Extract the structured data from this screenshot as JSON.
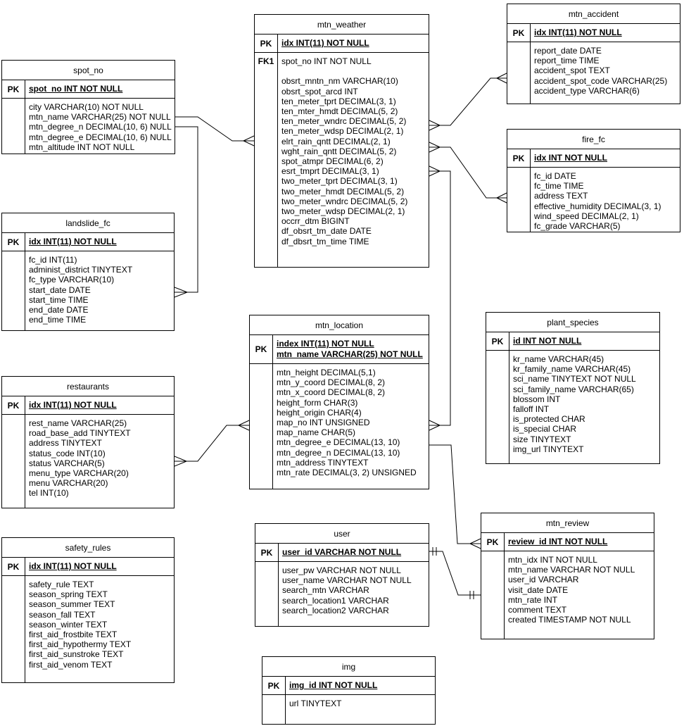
{
  "canvas": {
    "background": "#ffffff",
    "line_color": "#000000",
    "text_color": "#000000"
  },
  "tables": [
    {
      "title": "spot_no",
      "pk_label": "PK",
      "fk_label": "",
      "pk": [
        "spot_no INT NOT NULL"
      ],
      "fields": [
        "city VARCHAR(10) NOT NULL",
        "mtn_name VARCHAR(25) NOT NULL",
        "mtn_degree_n DECIMAL(10, 6) NULL",
        "mtn_degree_e DECIMAL(10, 6) NULL",
        "mtn_altitude INT NOT NULL"
      ]
    },
    {
      "title": "mtn_weather",
      "pk_label": "PK",
      "fk_label": "FK1",
      "pk": [
        "idx INT(11) NOT NULL"
      ],
      "fields": [
        "spot_no INT NOT NULL",
        "",
        "obsrt_mntn_nm VARCHAR(10)",
        "obsrt_spot_arcd INT",
        "ten_meter_tprt DECIMAL(3, 1)",
        "ten_mter_hmdt DECIMAL(5, 2)",
        "ten_meter_wndrc DECIMAL(5, 2)",
        "ten_meter_wdsp DECIMAL(2, 1)",
        "elrt_rain_qntt DECIMAL(2, 1)",
        "wght_rain_qntt DECIMAL(5, 2)",
        "spot_atmpr DECIMAL(6, 2)",
        "esrt_tmprt DECIMAL(3, 1)",
        "two_meter_tprt DECIMAL(3, 1)",
        "two_meter_hmdt DECIMAL(5, 2)",
        "two_meter_wndrc DECIMAL(5, 2)",
        "two_meter_wdsp DECIMAL(2, 1)",
        "occrr_dtm BIGINT",
        "df_obsrt_tm_date DATE",
        "df_dbsrt_tm_time TIME"
      ]
    },
    {
      "title": "mtn_accident",
      "pk_label": "PK",
      "fk_label": "",
      "pk": [
        "idx INT(11) NOT NULL"
      ],
      "fields": [
        "report_date DATE",
        "report_time TIME",
        "accident_spot TEXT",
        "accident_spot_code VARCHAR(25)",
        "accident_type VARCHAR(6)"
      ]
    },
    {
      "title": "fire_fc",
      "pk_label": "PK",
      "fk_label": "",
      "pk": [
        "idx INT NOT NULL"
      ],
      "fields": [
        "fc_id DATE",
        "fc_time TIME",
        "address TEXT",
        "effective_humidity DECIMAL(3, 1)",
        "wind_speed DECIMAL(2, 1)",
        "fc_grade VARCHAR(5)"
      ]
    },
    {
      "title": "landslide_fc",
      "pk_label": "PK",
      "fk_label": "",
      "pk": [
        "idx INT(11) NOT NULL"
      ],
      "fields": [
        "fc_id INT(11)",
        "administ_district TINYTEXT",
        "fc_type VARCHAR(10)",
        "start_date DATE",
        "start_time TIME",
        "end_date DATE",
        "end_time TIME"
      ]
    },
    {
      "title": "mtn_location",
      "pk_label": "PK",
      "fk_label": "",
      "pk": [
        "index INT(11) NOT NULL",
        "mtn_name VARCHAR(25) NOT NULL"
      ],
      "fields": [
        "mtn_height DECIMAL(5,1)",
        "mtn_y_coord DECIMAL(8, 2)",
        "mtn_x_coord DECIMAL(8, 2)",
        "height_form CHAR(3)",
        "height_origin CHAR(4)",
        "map_no INT UNSIGNED",
        "map_name CHAR(5)",
        "mtn_degree_e DECIMAL(13, 10)",
        "mtn_degree_n DECIMAL(13, 10)",
        "mtn_address TINYTEXT",
        "mtn_rate DECIMAL(3, 2) UNSIGNED"
      ]
    },
    {
      "title": "plant_species",
      "pk_label": "PK",
      "fk_label": "",
      "pk": [
        "id INT NOT NULL"
      ],
      "fields": [
        "kr_name VARCHAR(45)",
        "kr_family_name VARCHAR(45)",
        "sci_name TINYTEXT NOT NULL",
        "sci_family_name VARCHAR(65)",
        "blossom INT",
        "falloff INT",
        "is_protected CHAR",
        "is_special CHAR",
        "size TINYTEXT",
        "img_url TINYTEXT"
      ]
    },
    {
      "title": "restaurants",
      "pk_label": "PK",
      "fk_label": "",
      "pk": [
        "idx INT(11) NOT NULL"
      ],
      "fields": [
        "rest_name VARCHAR(25)",
        "road_base_add TINYTEXT",
        "address TINYTEXT",
        "status_code INT(10)",
        "status VARCHAR(5)",
        "menu_type VARCHAR(20)",
        "menu VARCHAR(20)",
        "tel INT(10)"
      ]
    },
    {
      "title": "safety_rules",
      "pk_label": "PK",
      "fk_label": "",
      "pk": [
        "idx INT(11) NOT NULL"
      ],
      "fields": [
        "safety_rule TEXT",
        "season_spring TEXT",
        "season_summer TEXT",
        "season_fall TEXT",
        "season_winter TEXT",
        "first_aid_frostbite TEXT",
        "first_aid_hypothermy TEXT",
        "first_aid_sunstroke TEXT",
        "first_aid_venom TEXT"
      ]
    },
    {
      "title": "user",
      "pk_label": "PK",
      "fk_label": "",
      "pk": [
        "user_id VARCHAR NOT NULL"
      ],
      "fields": [
        "user_pw VARCHAR NOT NULL",
        "user_name VARCHAR NOT NULL",
        "search_mtn VARCHAR",
        "search_location1 VARCHAR",
        "search_location2 VARCHAR"
      ]
    },
    {
      "title": "mtn_review",
      "pk_label": "PK",
      "fk_label": "",
      "pk": [
        "review_id INT NOT NULL"
      ],
      "fields": [
        "mtn_idx INT NOT NULL",
        "mtn_name VARCHAR NOT NULL",
        "user_id VARCHAR",
        "visit_date DATE",
        "mtn_rate INT",
        "comment TEXT",
        "created TIMESTAMP NOT NULL"
      ]
    },
    {
      "title": "img",
      "pk_label": "PK",
      "fk_label": "",
      "pk": [
        "img_id INT NOT NULL"
      ],
      "fields": [
        "url TINYTEXT"
      ]
    }
  ],
  "relationships": [
    {
      "from": "spot_no",
      "to": "mtn_weather",
      "from_marker": "none",
      "to_marker": "many"
    },
    {
      "from": "spot_no",
      "to": "landslide_fc",
      "from_marker": "none",
      "to_marker": "many"
    },
    {
      "from": "mtn_weather",
      "to": "mtn_accident",
      "from_marker": "many",
      "to_marker": "many"
    },
    {
      "from": "mtn_weather",
      "to": "fire_fc",
      "from_marker": "many",
      "to_marker": "many"
    },
    {
      "from": "mtn_weather",
      "to": "mtn_location",
      "from_marker": "many",
      "to_marker": "many"
    },
    {
      "from": "restaurants",
      "to": "mtn_location",
      "from_marker": "many",
      "to_marker": "many"
    },
    {
      "from": "mtn_location",
      "to": "mtn_review",
      "from_marker": "none",
      "to_marker": "many"
    },
    {
      "from": "user",
      "to": "mtn_review",
      "from_marker": "one",
      "to_marker": "one"
    }
  ]
}
